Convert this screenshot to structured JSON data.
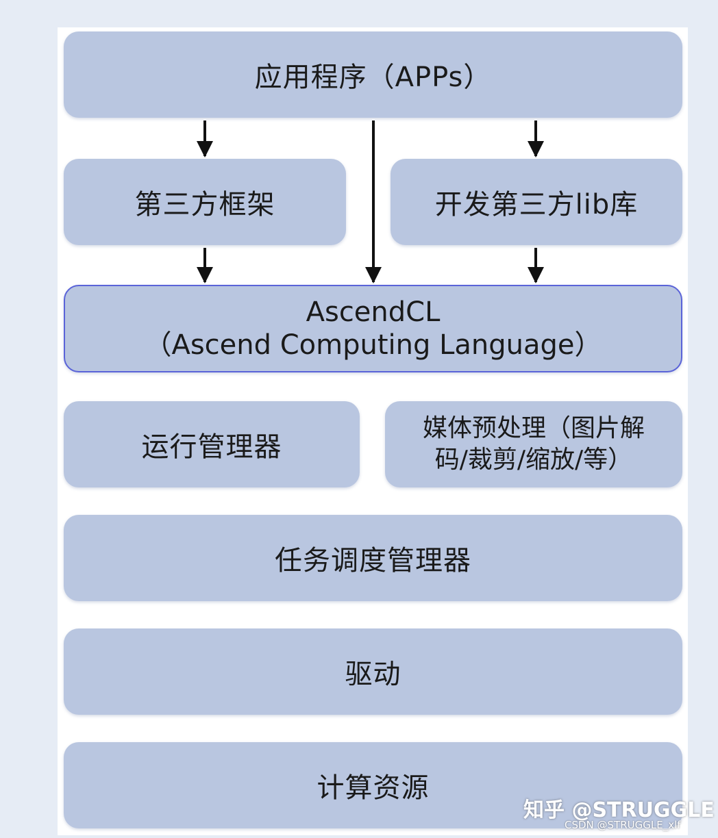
{
  "layers": {
    "apps": "应用程序（APPs）",
    "third_party_framework": "第三方框架",
    "third_party_lib": "开发第三方lib库",
    "ascendcl_title": "AscendCL",
    "ascendcl_subtitle": "（Ascend Computing Language）",
    "runtime_manager": "运行管理器",
    "media_preprocess_line1": "媒体预处理（图片解",
    "media_preprocess_line2": "码/裁剪/缩放/等）",
    "task_scheduler": "任务调度管理器",
    "driver": "驱动",
    "compute_resources": "计算资源"
  },
  "watermark": {
    "main": "知乎 @STRUGGLE",
    "sub": "CSDN @STRUGGLE_xlf"
  },
  "colors": {
    "box_fill": "#b9c6e0",
    "ascendcl_border": "#5a63d8",
    "arrow": "#111111"
  }
}
